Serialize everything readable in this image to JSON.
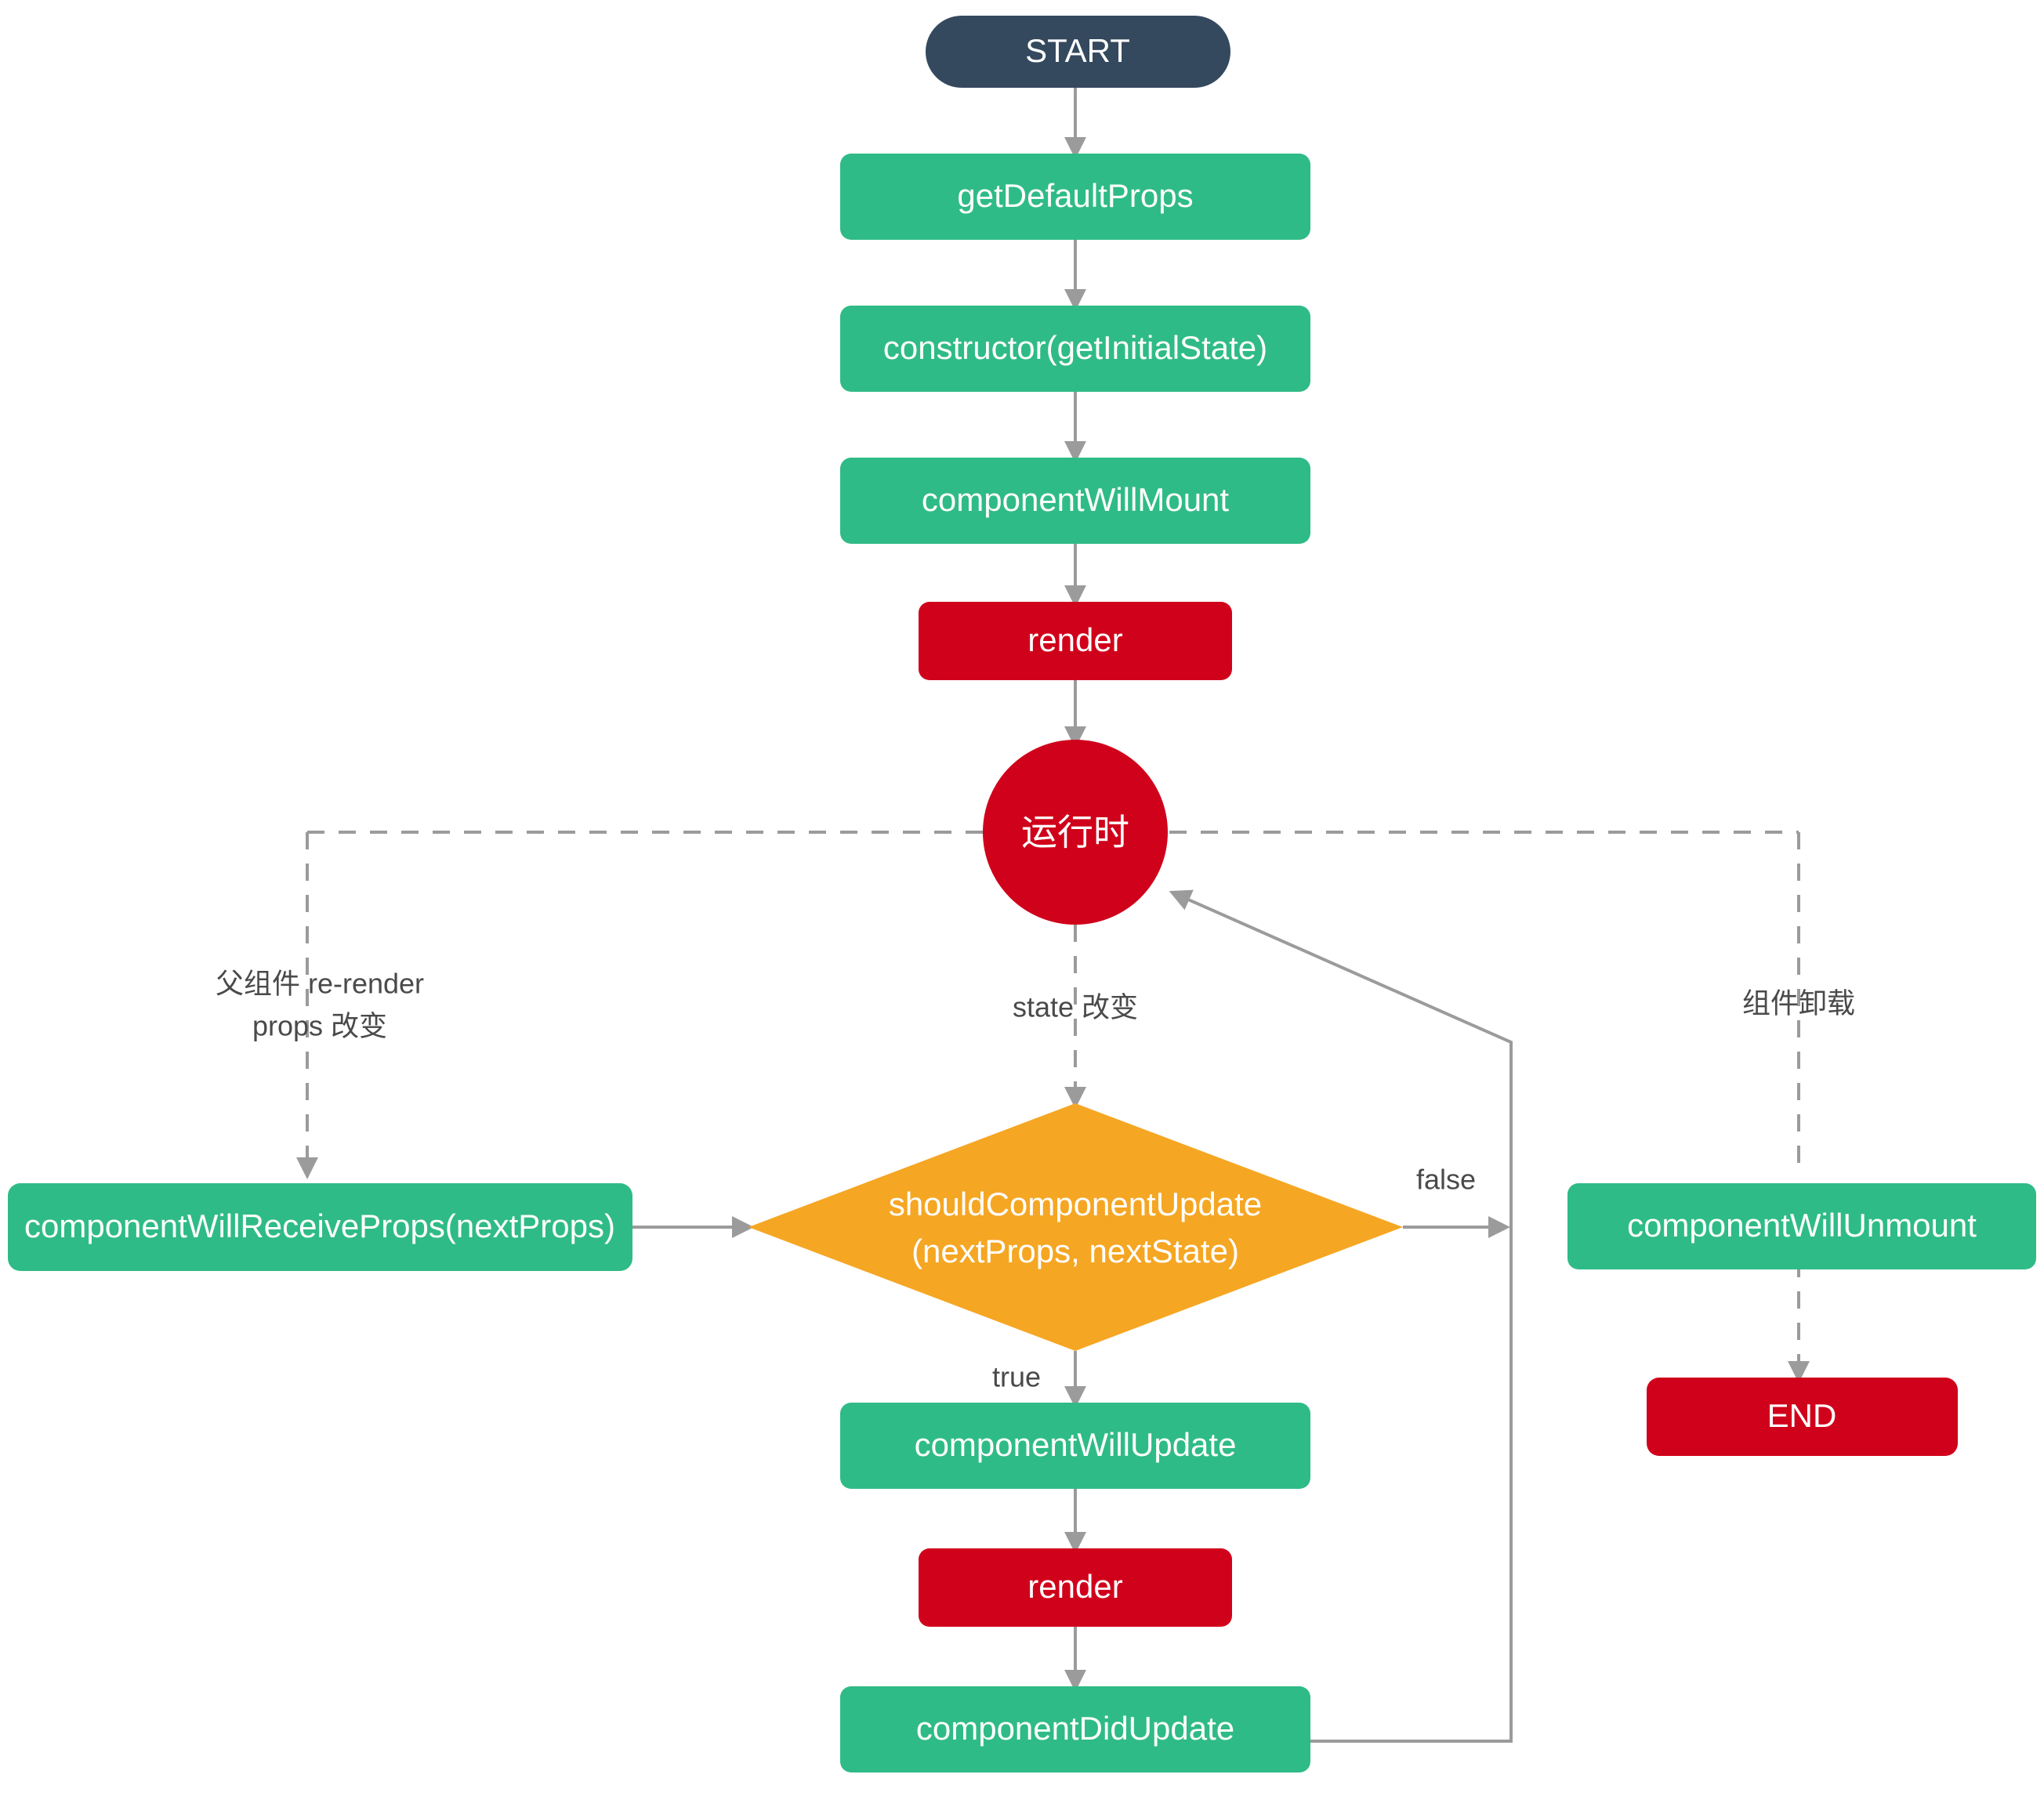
{
  "diagram": {
    "title": "React Component Lifecycle Flowchart",
    "background": "#ffffff"
  },
  "colors": {
    "start_navy": "#34495E",
    "green": "#2FBB87",
    "red": "#D0021B",
    "orange": "#F5A623",
    "edge_gray": "#9B9B9B",
    "label_gray": "#4A4A4A",
    "node_text": "#FFFFFF"
  },
  "nodes": {
    "start": {
      "label": "START",
      "shape": "pill",
      "color": "#34495E"
    },
    "get_default_props": {
      "label": "getDefaultProps",
      "shape": "rounded-rect",
      "color": "#2FBB87"
    },
    "constructor": {
      "label": "constructor(getInitialState)",
      "shape": "rounded-rect",
      "color": "#2FBB87"
    },
    "component_will_mount": {
      "label": "componentWillMount",
      "shape": "rounded-rect",
      "color": "#2FBB87"
    },
    "render_mount": {
      "label": "render",
      "shape": "rounded-rect",
      "color": "#D0021B"
    },
    "runtime": {
      "label": "运行时",
      "shape": "circle",
      "color": "#D0021B"
    },
    "component_will_receive_props": {
      "label": "componentWillReceiveProps(nextProps)",
      "shape": "rounded-rect",
      "color": "#2FBB87"
    },
    "should_component_update": {
      "label_line1": "shouldComponentUpdate",
      "label_line2": "(nextProps, nextState)",
      "shape": "diamond",
      "color": "#F5A623"
    },
    "component_will_unmount": {
      "label": "componentWillUnmount",
      "shape": "rounded-rect",
      "color": "#2FBB87"
    },
    "end": {
      "label": "END",
      "shape": "rounded-rect",
      "color": "#D0021B"
    },
    "component_will_update": {
      "label": "componentWillUpdate",
      "shape": "rounded-rect",
      "color": "#2FBB87"
    },
    "render_update": {
      "label": "render",
      "shape": "rounded-rect",
      "color": "#D0021B"
    },
    "component_did_update": {
      "label": "componentDidUpdate",
      "shape": "rounded-rect",
      "color": "#2FBB87"
    }
  },
  "edge_labels": {
    "parent_rerender_line1": "父组件 re-render",
    "parent_rerender_line2": "props 改变",
    "state_change": "state 改变",
    "unmount": "组件卸载",
    "decision_true": "true",
    "decision_false": "false"
  }
}
